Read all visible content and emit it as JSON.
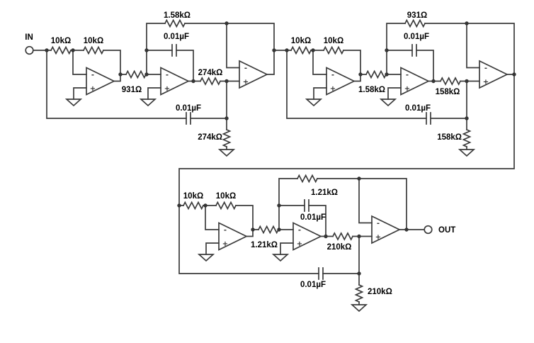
{
  "terminals": {
    "input": "IN",
    "output": "OUT"
  },
  "opamp": {
    "minus_sign": "-",
    "plus_sign": "+"
  },
  "stages": {
    "stage1": {
      "r_input": "10kΩ",
      "r_feedback": "10kΩ",
      "r_series": "931Ω",
      "r_rail": "1.58kΩ",
      "c_feedback": "0.01µF",
      "r_mid": "274kΩ",
      "c_low": "0.01µF",
      "r_ground": "274kΩ"
    },
    "stage2": {
      "r_input": "10kΩ",
      "r_feedback": "10kΩ",
      "r_series": "1.58kΩ",
      "r_rail": "931Ω",
      "c_feedback": "0.01µF",
      "r_mid": "158kΩ",
      "c_low": "0.01µF",
      "r_ground": "158kΩ"
    },
    "stage3": {
      "r_input": "10kΩ",
      "r_feedback": "10kΩ",
      "r_series": "1.21kΩ",
      "r_rail": "1.21kΩ",
      "c_feedback": "0.01µF",
      "r_mid": "210kΩ",
      "c_low": "0.01µF",
      "r_ground": "210kΩ"
    }
  },
  "colors": {
    "wire": "#3c3c3c",
    "label": "#000000",
    "background": "#ffffff"
  }
}
